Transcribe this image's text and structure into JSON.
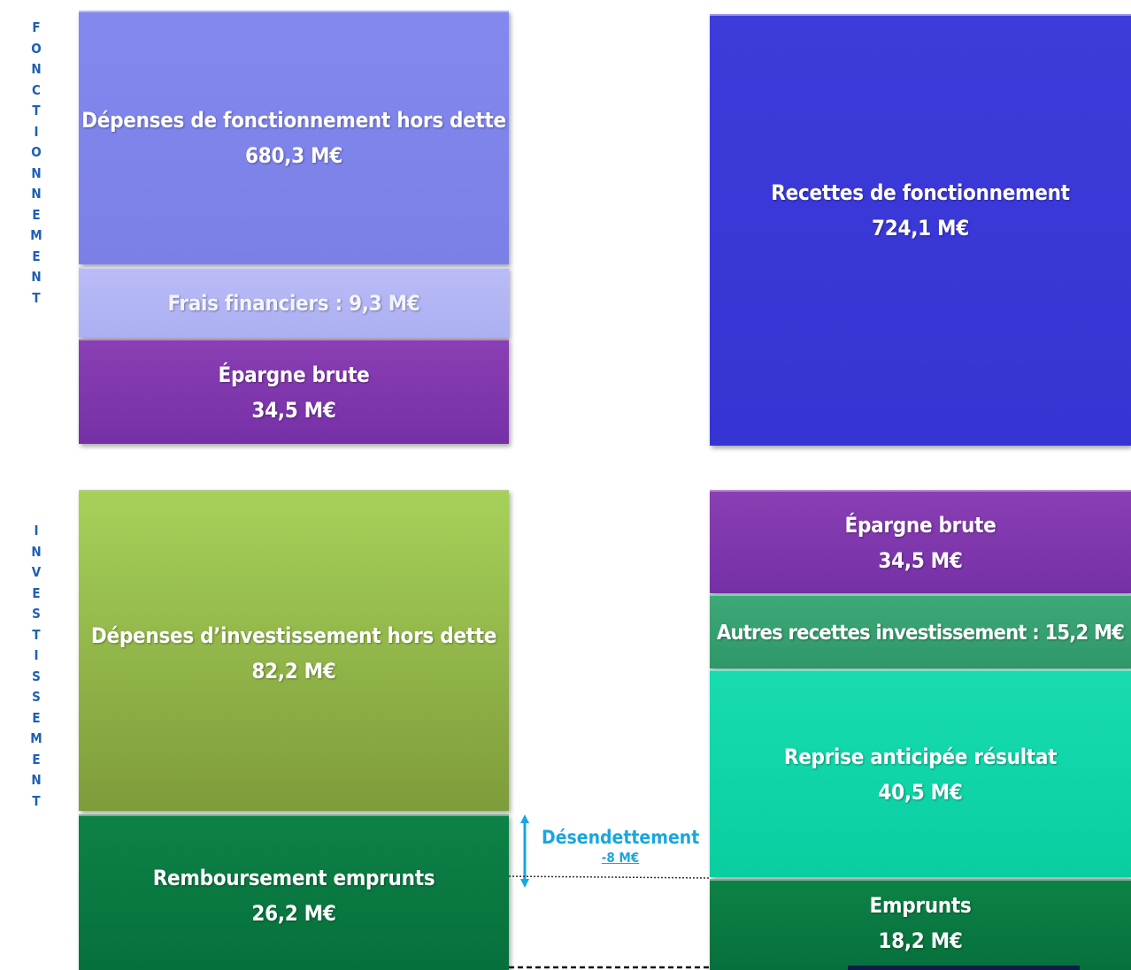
{
  "sections": {
    "fonctionnement": "FONCTIONNEMENT",
    "investissement": "INVESTISSEMENT"
  },
  "blocks": {
    "depenses_fonctionnement": {
      "line1": "Dépenses de fonctionnement hors dette",
      "line2": "680,3 M€"
    },
    "frais_financiers": {
      "line1": "Frais financiers  :  9,3 M€"
    },
    "epargne_brute_left": {
      "line1": "Épargne brute",
      "line2": "34,5 M€"
    },
    "recettes_fonctionnement": {
      "line1": "Recettes de fonctionnement",
      "line2": "724,1 M€"
    },
    "depenses_investissement": {
      "line1": "Dépenses d’investissement hors dette",
      "line2": "82,2 M€"
    },
    "remboursement_emprunts": {
      "line1": "Remboursement emprunts",
      "line2": "26,2 M€"
    },
    "epargne_brute_right": {
      "line1": "Épargne brute",
      "line2": "34,5 M€"
    },
    "autres_recettes": {
      "line1": "Autres recettes investissement : 15,2 M€"
    },
    "reprise_anticipee": {
      "line1": "Reprise anticipée résultat",
      "line2": "40,5 M€"
    },
    "emprunts": {
      "line1": "Emprunts",
      "line2": "18,2 M€"
    }
  },
  "desendettement": {
    "title": "Désendettement",
    "value": "-8 M€"
  },
  "colors": {
    "accent_text": "#1f5fb4",
    "desendettement": "#1aa6e0"
  }
}
